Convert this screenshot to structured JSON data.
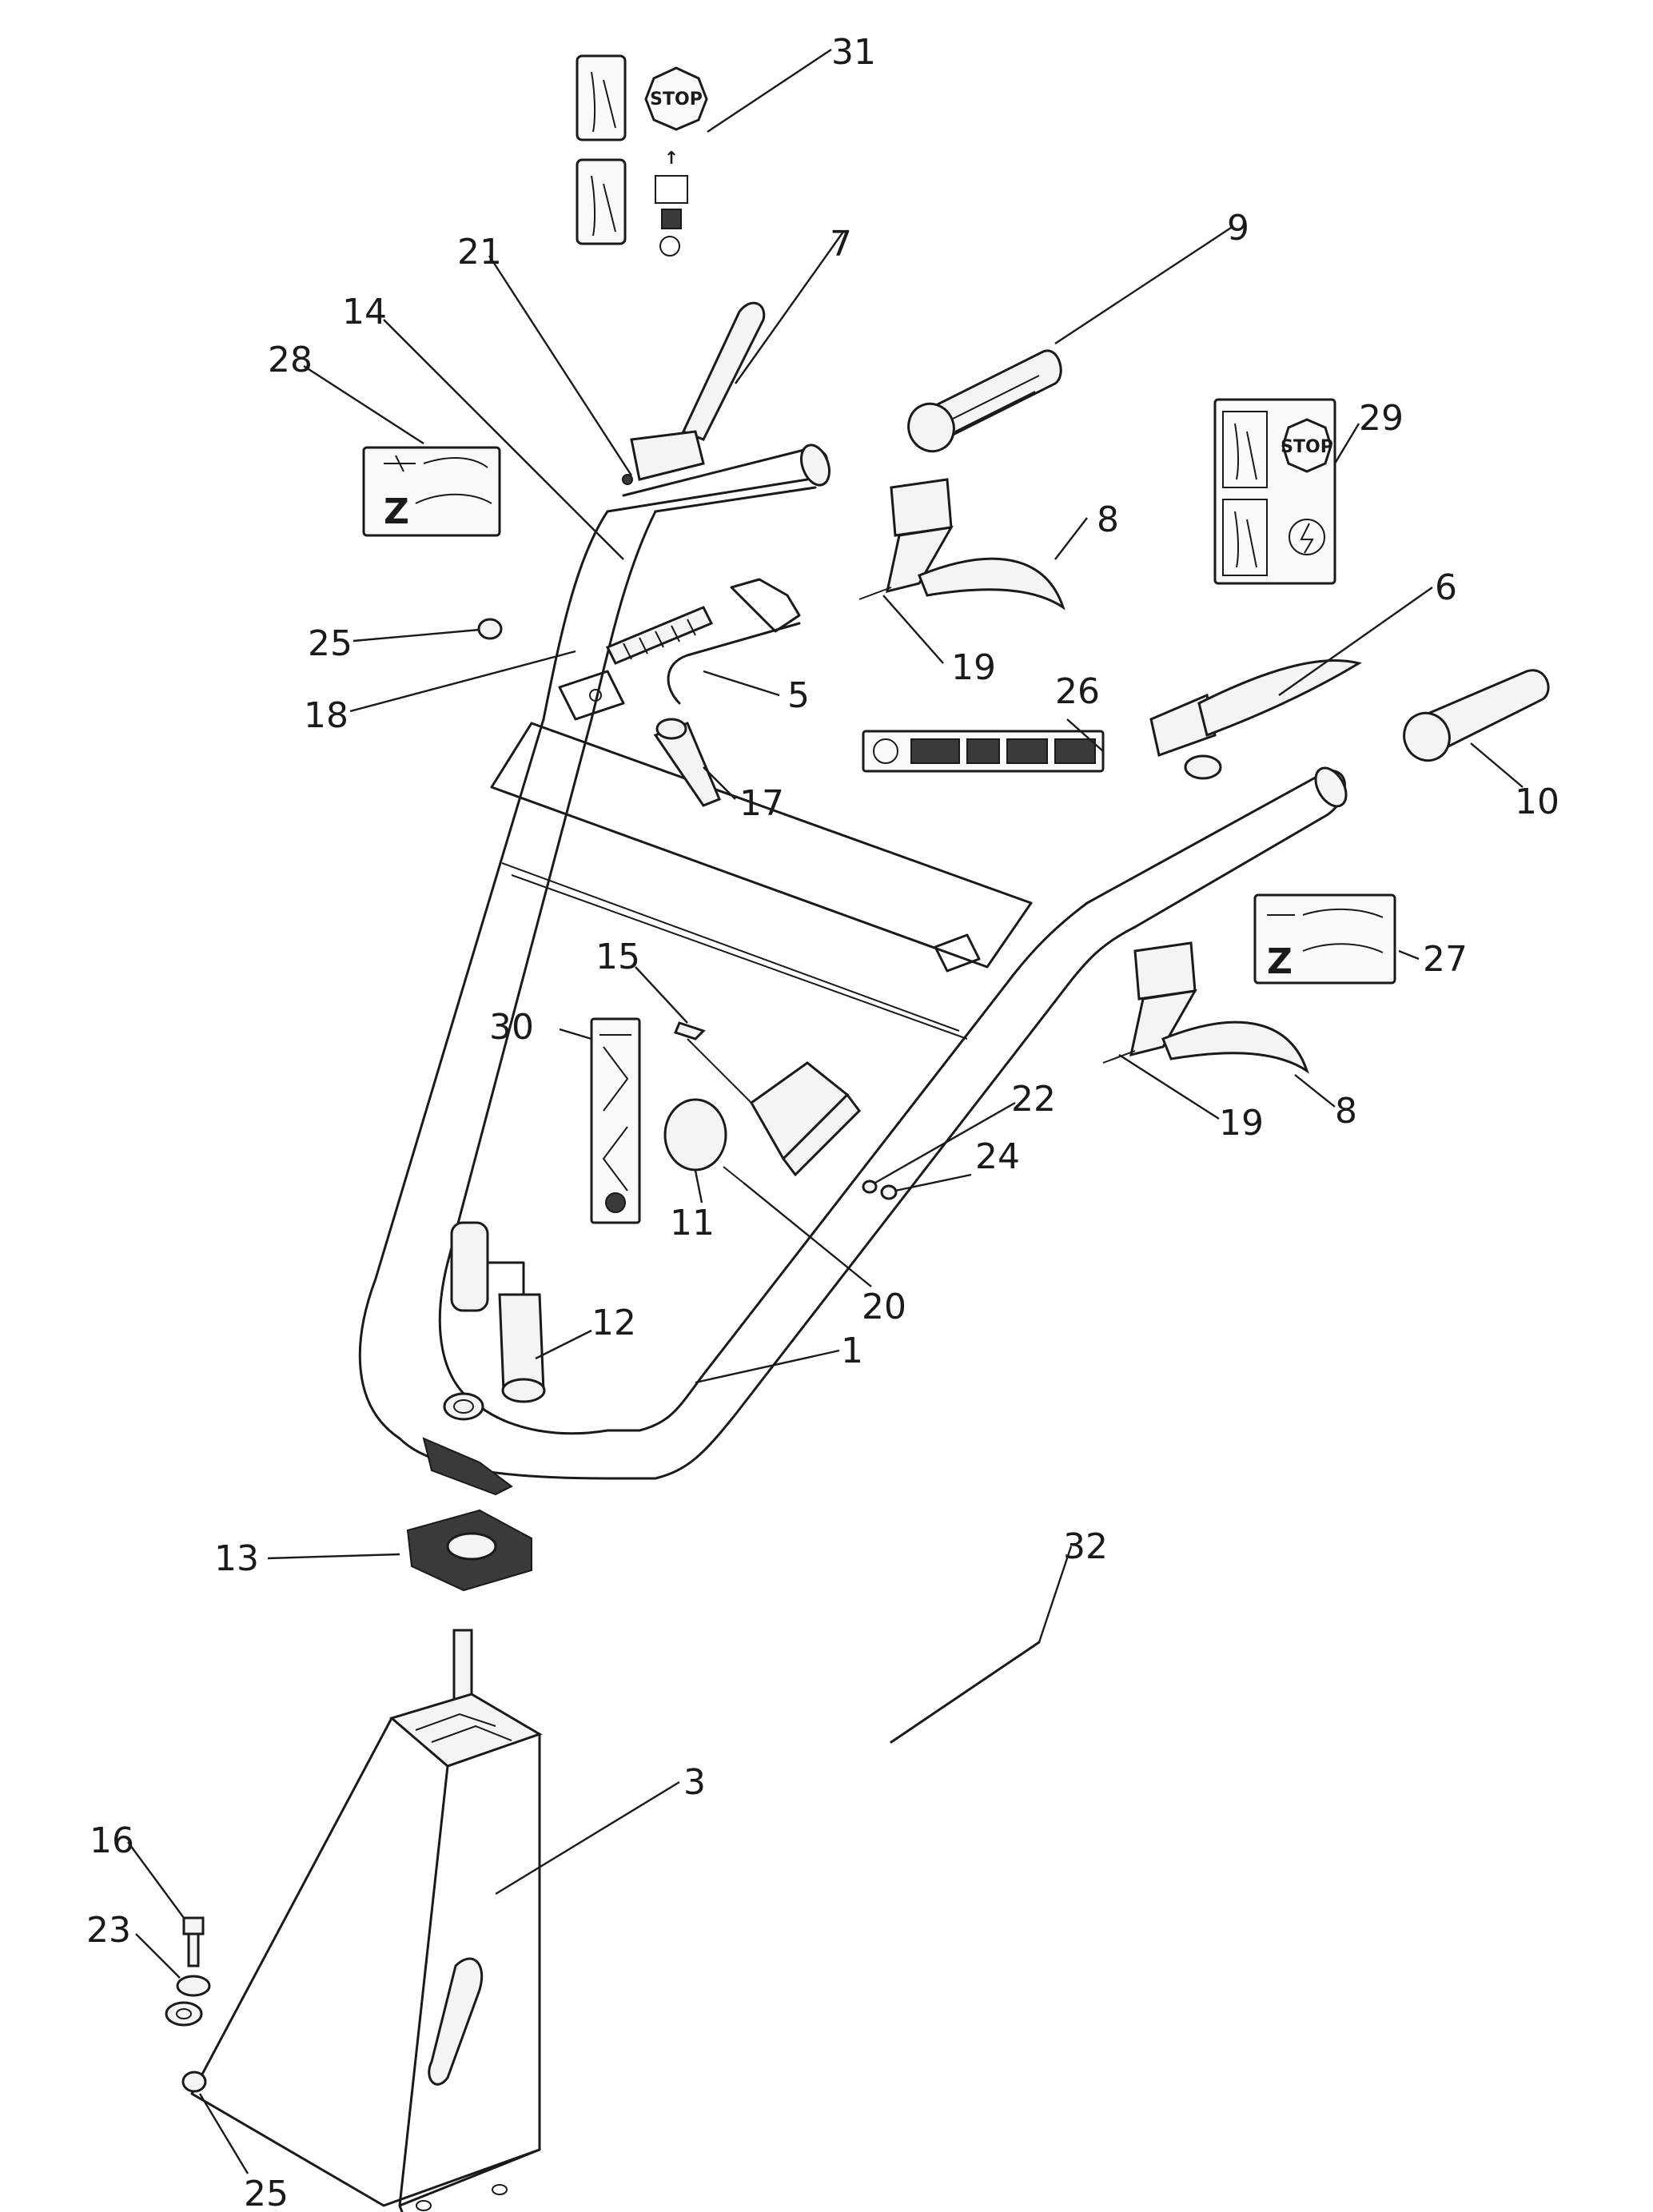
{
  "callouts": [
    {
      "id": "c31",
      "label": "31"
    },
    {
      "id": "c7",
      "label": "7"
    },
    {
      "id": "c21",
      "label": "21"
    },
    {
      "id": "c14",
      "label": "14"
    },
    {
      "id": "c28",
      "label": "28"
    },
    {
      "id": "c9",
      "label": "9"
    },
    {
      "id": "c29",
      "label": "29"
    },
    {
      "id": "c8a",
      "label": "8"
    },
    {
      "id": "c25a",
      "label": "25"
    },
    {
      "id": "c18",
      "label": "18"
    },
    {
      "id": "c19a",
      "label": "19"
    },
    {
      "id": "c5",
      "label": "5"
    },
    {
      "id": "c6",
      "label": "6"
    },
    {
      "id": "c26",
      "label": "26"
    },
    {
      "id": "c17",
      "label": "17"
    },
    {
      "id": "c10",
      "label": "10"
    },
    {
      "id": "c27",
      "label": "27"
    },
    {
      "id": "c15",
      "label": "15"
    },
    {
      "id": "c30",
      "label": "30"
    },
    {
      "id": "c22",
      "label": "22"
    },
    {
      "id": "c24",
      "label": "24"
    },
    {
      "id": "c19b",
      "label": "19"
    },
    {
      "id": "c8b",
      "label": "8"
    },
    {
      "id": "c11",
      "label": "11"
    },
    {
      "id": "c20",
      "label": "20"
    },
    {
      "id": "c12",
      "label": "12"
    },
    {
      "id": "c1",
      "label": "1"
    },
    {
      "id": "c13",
      "label": "13"
    },
    {
      "id": "c32",
      "label": "32"
    },
    {
      "id": "c3",
      "label": "3"
    },
    {
      "id": "c16",
      "label": "16"
    },
    {
      "id": "c23",
      "label": "23"
    },
    {
      "id": "c25b",
      "label": "25"
    }
  ],
  "decals": {
    "stop_text": "STOP",
    "stop_text_29": "STOP",
    "z_letter_28": "Z",
    "z_letter_27": "Z"
  }
}
